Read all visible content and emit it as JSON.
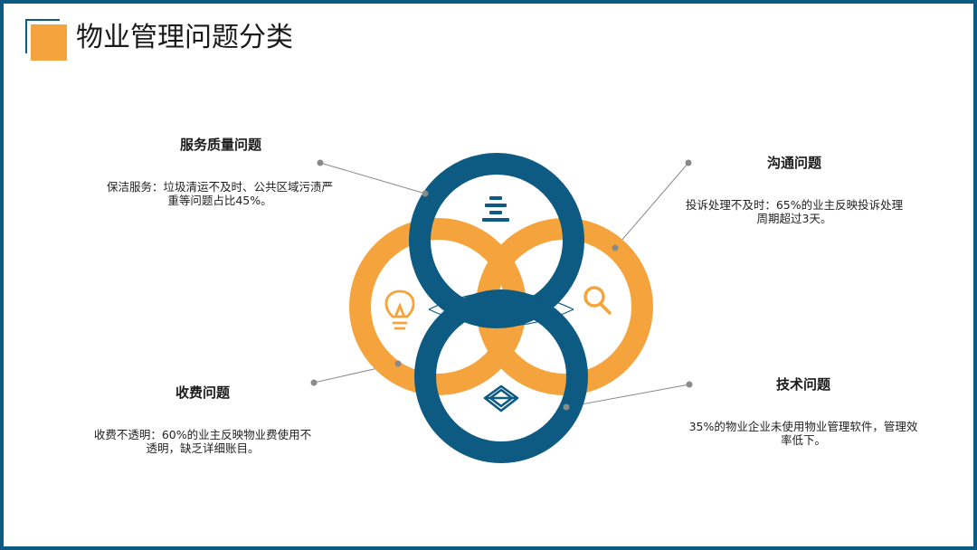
{
  "page": {
    "title": "物业管理问题分类"
  },
  "categories": [
    {
      "id": "service",
      "heading": "服务质量问题",
      "text": "保洁服务：垃圾清运不及时、公共区域污渍严重等问题占比45%。",
      "icon": "stacked-lines-icon"
    },
    {
      "id": "communication",
      "heading": "沟通问题",
      "text": "投诉处理不及时：65%的业主反映投诉处理周期超过3天。",
      "icon": "magnifier-icon"
    },
    {
      "id": "fees",
      "heading": "收费问题",
      "text": "收费不透明：60%的业主反映物业费使用不透明，缺乏详细账目。",
      "icon": "lightbulb-icon"
    },
    {
      "id": "technology",
      "heading": "技术问题",
      "text": "35%的物业企业未使用物业管理软件，管理效率低下。",
      "icon": "cube-icon"
    }
  ],
  "colors": {
    "accent_blue": "#0d5a82",
    "accent_orange": "#f5a33c",
    "text": "#222222",
    "leader": "#8a8a8a"
  }
}
